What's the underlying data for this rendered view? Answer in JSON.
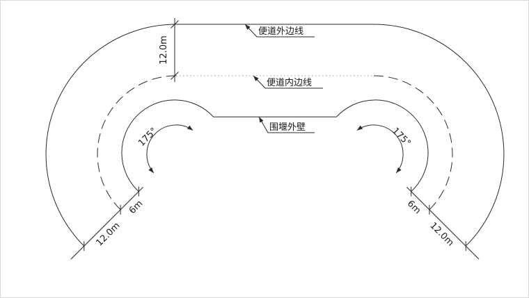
{
  "diagram": {
    "type": "engineering-plan-drawing",
    "labels": {
      "outer_edge": "便道外边线",
      "inner_edge": "便道内边线",
      "cofferdam_wall": "围堰外壁"
    },
    "dimensions": {
      "road_width_top": "12.0m",
      "left_outer_width": "12.0m",
      "left_inner_gap": "6m",
      "right_inner_gap": "6m",
      "right_outer_width": "12.0m",
      "left_arc_angle": "175°",
      "right_arc_angle": "175°"
    },
    "colors": {
      "line": "#2a2a2a",
      "background": "#ffffff",
      "dotted_line": "#9a9a9a"
    }
  }
}
